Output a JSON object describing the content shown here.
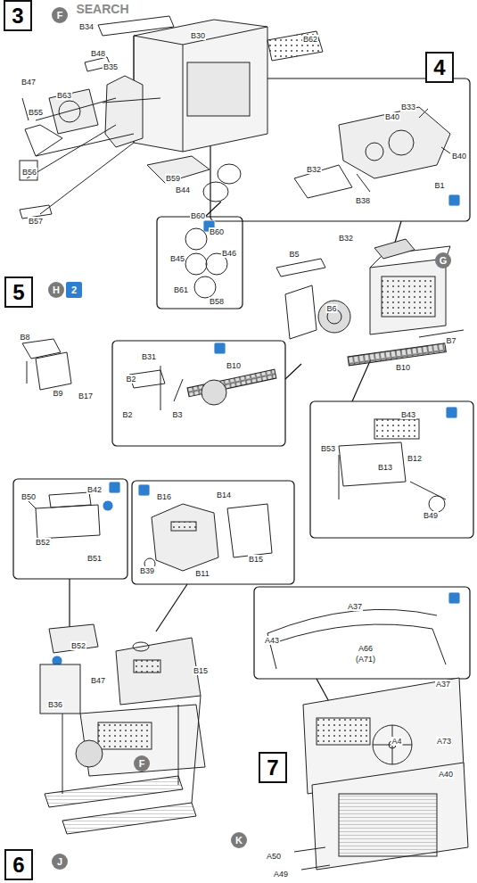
{
  "diagram": {
    "nodes": [
      {
        "text": [
          "3"
        ]
      },
      {
        "text": [
          "F"
        ]
      },
      {
        "text": [
          "4"
        ]
      },
      {
        "text": [
          "G"
        ]
      },
      {
        "text": [
          "5"
        ]
      },
      {
        "text": [
          "H"
        ]
      },
      {
        "text": [
          "2"
        ]
      },
      {
        "text": [
          "7"
        ]
      },
      {
        "text": [
          "F"
        ]
      },
      {
        "text": [
          "K"
        ]
      },
      {
        "text": [
          "6"
        ]
      },
      {
        "text": [
          "J"
        ]
      }
    ],
    "labels": [
      "SEARCH",
      "B34",
      "B30",
      "B62",
      "B48",
      "B35",
      "B47",
      "B55",
      "B63",
      "B56",
      "B57",
      "B59",
      "B44",
      "B60",
      "B60",
      "B45",
      "B46",
      "B61",
      "B58",
      "B40",
      "B33",
      "B40",
      "B32",
      "B1",
      "B38",
      "B32",
      "B5",
      "B6",
      "B7",
      "B10",
      "B8",
      "B9",
      "B17",
      "B31",
      "B10",
      "B2",
      "B2",
      "B3",
      "B43",
      "B53",
      "B13",
      "B12",
      "B49",
      "B50",
      "B42",
      "B52",
      "B51",
      "B16",
      "B14",
      "B39",
      "B11",
      "B15",
      "B52",
      "B47",
      "B36",
      "B15",
      "A37",
      "A43",
      "A66",
      "(A71)",
      "A37",
      "A4",
      "A73",
      "A40",
      "A50",
      "A49"
    ]
  }
}
